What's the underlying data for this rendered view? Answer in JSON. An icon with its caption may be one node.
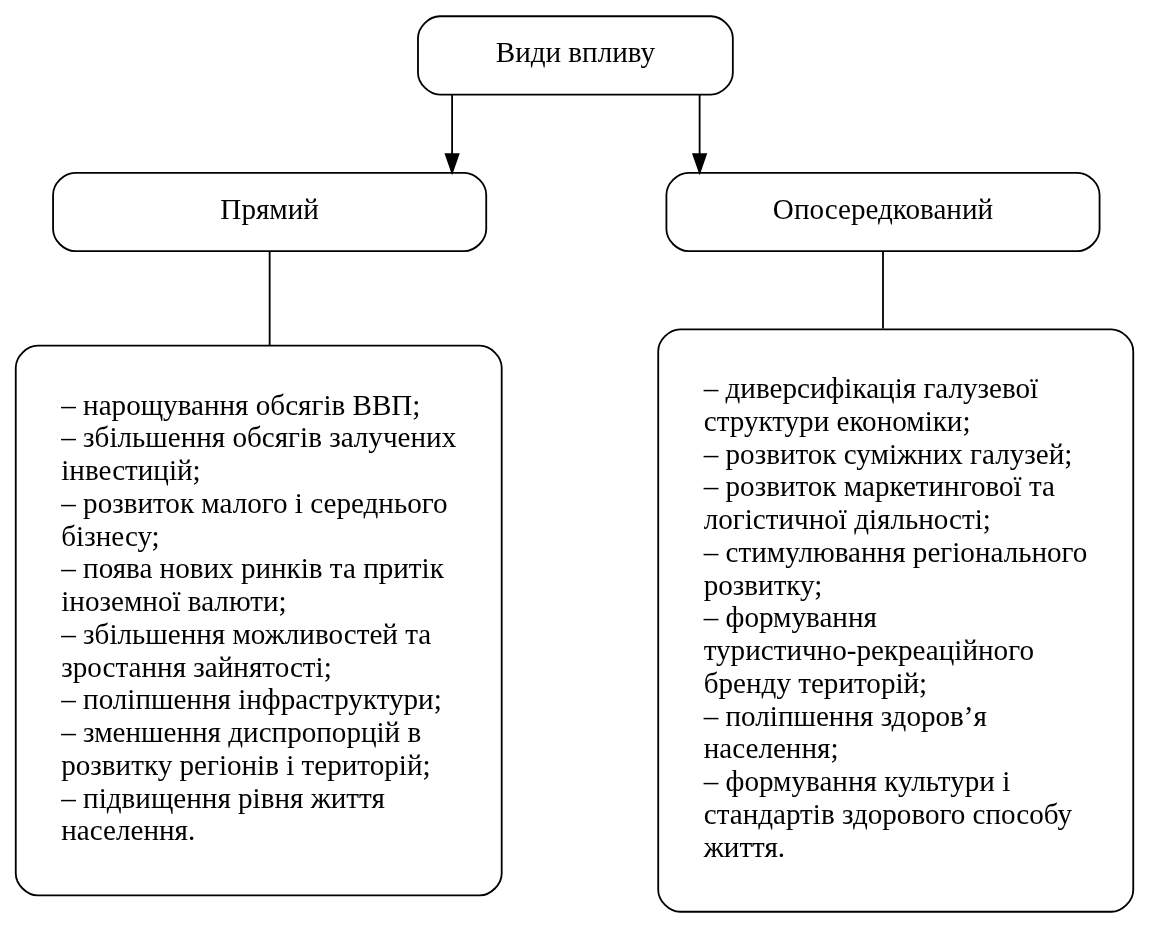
{
  "diagram": {
    "nodes": [
      {
        "text": [
          "Види впливу"
        ]
      },
      {
        "text": [
          "Прямий"
        ]
      },
      {
        "text": [
          "Опосередкований"
        ]
      },
      {
        "text": [
          "– нарощування обсягів ВВП;",
          "– збільшення обсягів залучених інвестицій;",
          "– розвиток малого і середнього бізнесу;",
          "– поява нових ринків та притік іноземної валюти;",
          "– збільшення можливостей та зростання зайнятості;",
          "– поліпшення інфраструктури;",
          "– зменшення диспропорцій в розвитку регіонів і територій;",
          "– підвищення рівня життя населення."
        ]
      },
      {
        "text": [
          "– диверсифікація галузевої структури економіки;",
          "– розвиток суміжних галузей;",
          "– розвиток маркетингової та логістичної діяльності;",
          "– стимулювання регіонального розвитку;",
          "– формування туристично-рекреаційного бренду територій;",
          "– поліпшення здоров’я населення;",
          "– формування культури і стандартів здорового способу життя."
        ]
      }
    ],
    "edges": [
      {
        "from": 0,
        "to": 1,
        "arrow": "to"
      },
      {
        "from": 0,
        "to": 2,
        "arrow": "to"
      },
      {
        "from": 1,
        "to": 3,
        "arrow": "none"
      },
      {
        "from": 2,
        "to": 4,
        "arrow": "none"
      }
    ]
  }
}
